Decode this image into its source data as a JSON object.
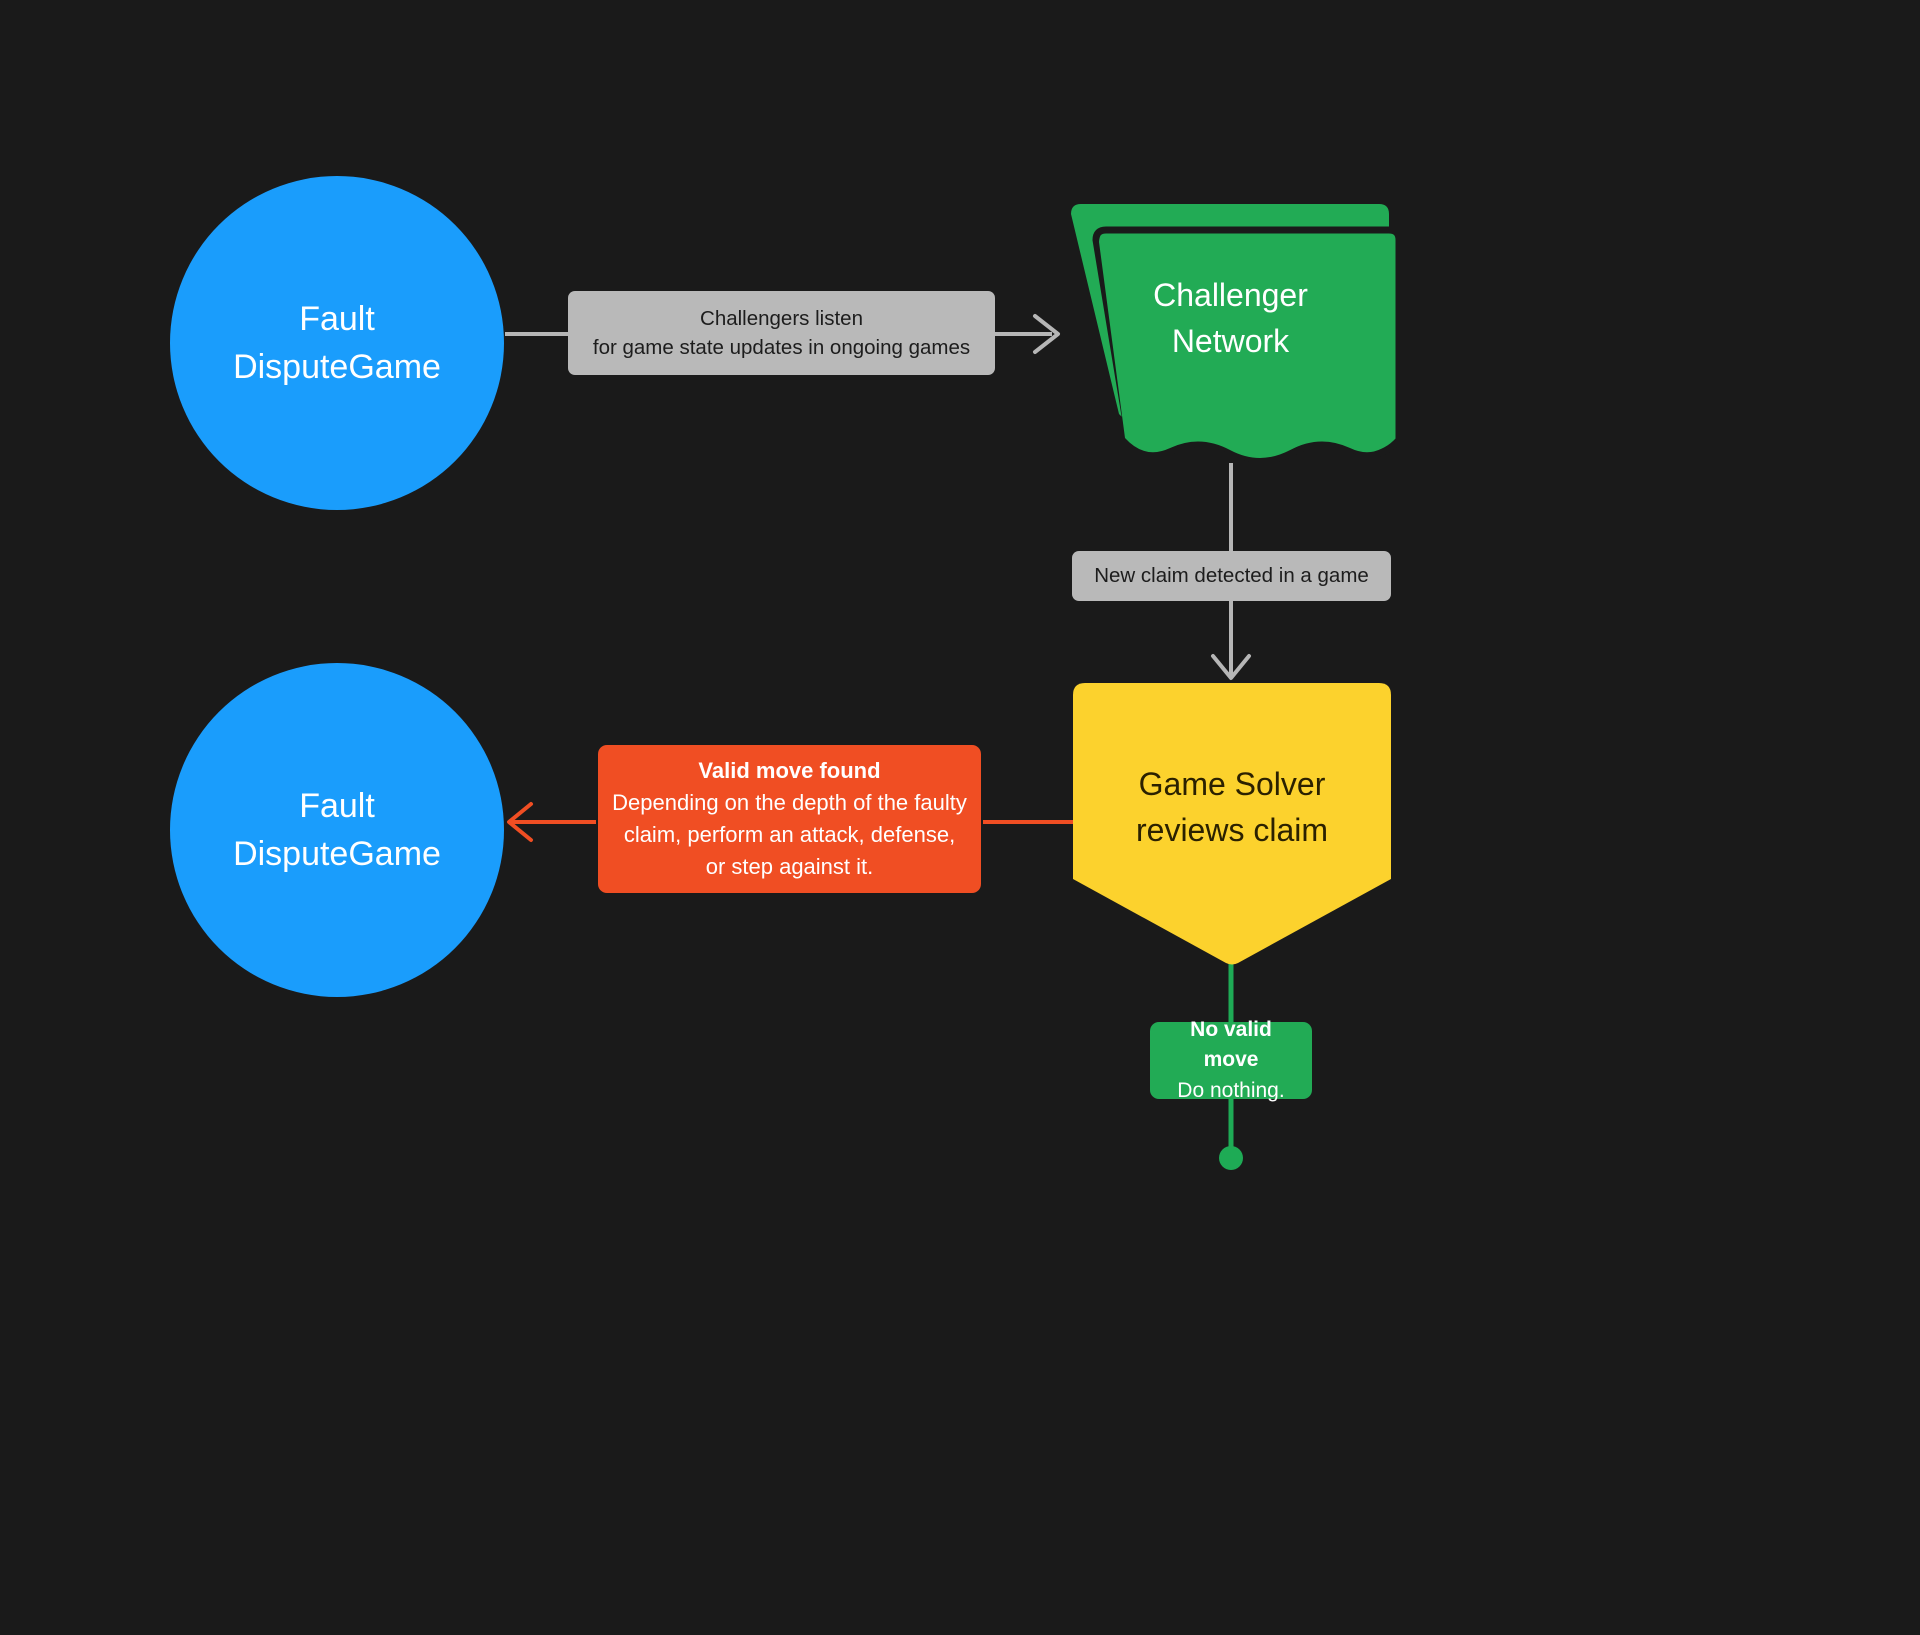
{
  "diagram": {
    "title": "Fault dispute game challenger flow",
    "background_color": "#1a1a1a",
    "nodes": {
      "fault_dispute_game_top": {
        "label_line1": "Fault",
        "label_line2": "DisputeGame",
        "shape": "circle",
        "color": "#1a9dfc",
        "text_color": "#ffffff"
      },
      "challenger_network": {
        "label_line1": "Challenger",
        "label_line2": "Network",
        "shape": "multi-document",
        "color": "#22ab55",
        "text_color": "#ffffff"
      },
      "game_solver": {
        "label_line1": "Game Solver",
        "label_line2": "reviews claim",
        "shape": "pentagon-banner",
        "color": "#fcd22d",
        "text_color": "#2b2100"
      },
      "fault_dispute_game_bottom": {
        "label_line1": "Fault",
        "label_line2": "DisputeGame",
        "shape": "circle",
        "color": "#1a9dfc",
        "text_color": "#ffffff"
      }
    },
    "edges": {
      "listen": {
        "label_line1": "Challengers listen",
        "label_line2": "for game state updates in ongoing games",
        "chip_color": "#b9b9b9",
        "line_color": "#b6b6b6",
        "from": "fault_dispute_game_top",
        "to": "challenger_network"
      },
      "new_claim": {
        "label": "New claim detected in a game",
        "chip_color": "#b9b9b9",
        "line_color": "#b6b6b6",
        "from": "challenger_network",
        "to": "game_solver"
      },
      "valid_move": {
        "label_title": "Valid move found",
        "label_line1": "Depending on the depth of the faulty",
        "label_line2": "claim, perform an attack, defense,",
        "label_line3": "or step against it.",
        "chip_color": "#f04e23",
        "line_color": "#f04e23",
        "from": "game_solver",
        "to": "fault_dispute_game_bottom"
      },
      "no_valid_move": {
        "label_title": "No valid move",
        "label_line1": "Do nothing.",
        "chip_color": "#22ab55",
        "line_color": "#1eab55",
        "from": "game_solver",
        "to": "terminator-dot"
      }
    }
  }
}
